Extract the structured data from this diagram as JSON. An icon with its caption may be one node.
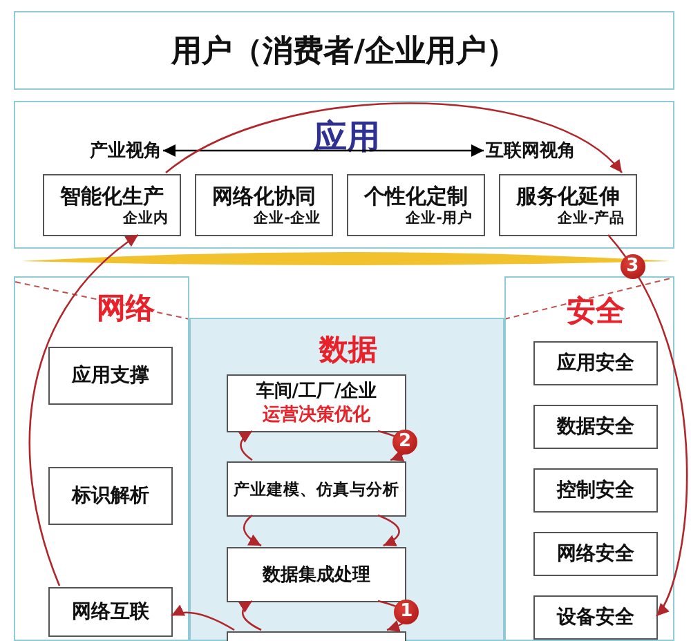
{
  "diagram": {
    "nodes": [
      {
        "text": [
          "用户（消费者/企业用户）"
        ]
      },
      {
        "text": [
          "应用"
        ]
      },
      {
        "text": [
          "产业视角"
        ],
        "in": 1
      },
      {
        "text": [
          "互联网视角"
        ],
        "in": 1
      },
      {
        "text": [
          "智能化生产",
          "企业内"
        ],
        "in": 1
      },
      {
        "text": [
          "网络化协同",
          "企业-企业"
        ],
        "in": 1
      },
      {
        "text": [
          "个性化定制",
          "企业-用户"
        ],
        "in": 1
      },
      {
        "text": [
          "服务化延伸",
          "企业-产品"
        ],
        "in": 1
      },
      {
        "text": [
          "网络"
        ]
      },
      {
        "text": [
          "应用支撑"
        ],
        "in": 8
      },
      {
        "text": [
          "标识解析"
        ],
        "in": 8
      },
      {
        "text": [
          "网络互联"
        ],
        "in": 8
      },
      {
        "text": [
          "数据"
        ]
      },
      {
        "text": [
          "车间/工厂/企业",
          "运营决策优化"
        ],
        "in": 12
      },
      {
        "text": [
          "产业建模、仿真与分析"
        ],
        "in": 12
      },
      {
        "text": [
          "数据集成处理"
        ],
        "in": 12
      },
      {
        "text": [],
        "shape": "box",
        "in": 12
      },
      {
        "text": [
          "安全"
        ]
      },
      {
        "text": [
          "应用安全"
        ],
        "in": 17
      },
      {
        "text": [
          "数据安全"
        ],
        "in": 17
      },
      {
        "text": [
          "控制安全"
        ],
        "in": 17
      },
      {
        "text": [
          "网络安全"
        ],
        "in": 17
      },
      {
        "text": [
          "设备安全"
        ],
        "in": 17
      }
    ],
    "edges": [
      {
        "from": 2,
        "to": 3,
        "arrow": "both",
        "color": "#000000"
      },
      {
        "from": 11,
        "to": 4,
        "arrow": "to"
      },
      {
        "from": 4,
        "to": 7,
        "arrow": "to"
      },
      {
        "from": 7,
        "to": 22,
        "arrow": "to",
        "label": "3"
      },
      {
        "from": 13,
        "to": 14,
        "arrow": "to",
        "label": "2"
      },
      {
        "from": 14,
        "to": 13,
        "arrow": "to"
      },
      {
        "from": 14,
        "to": 15,
        "arrow": "to"
      },
      {
        "from": 14,
        "to": 15,
        "arrow": "to"
      },
      {
        "from": 15,
        "to": 16,
        "arrow": "to",
        "label": "1"
      },
      {
        "from": 16,
        "to": 15,
        "arrow": "to"
      },
      {
        "from": 16,
        "to": 11,
        "arrow": "to"
      }
    ]
  }
}
